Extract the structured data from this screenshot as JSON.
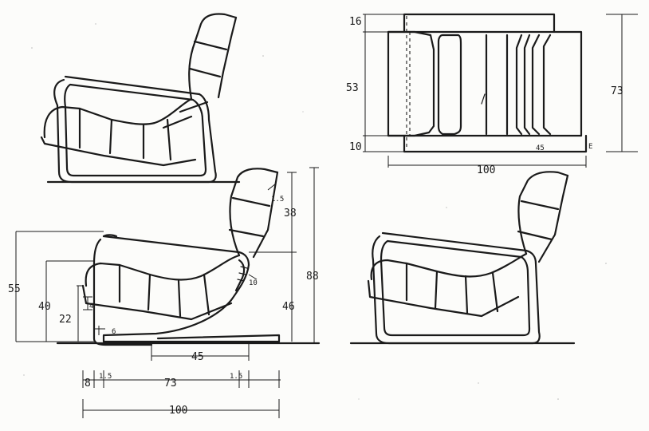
{
  "plan_view": {
    "dims": [
      "16",
      "53",
      "10",
      "100",
      "73"
    ],
    "notes": [
      "45",
      "E"
    ]
  },
  "side_view": {
    "dims": [
      "1.5",
      "38",
      "88",
      "55",
      "40",
      "22",
      "46",
      "10",
      "4",
      "6",
      "45",
      "8",
      "1.5",
      "73",
      "1.5",
      "100"
    ]
  }
}
